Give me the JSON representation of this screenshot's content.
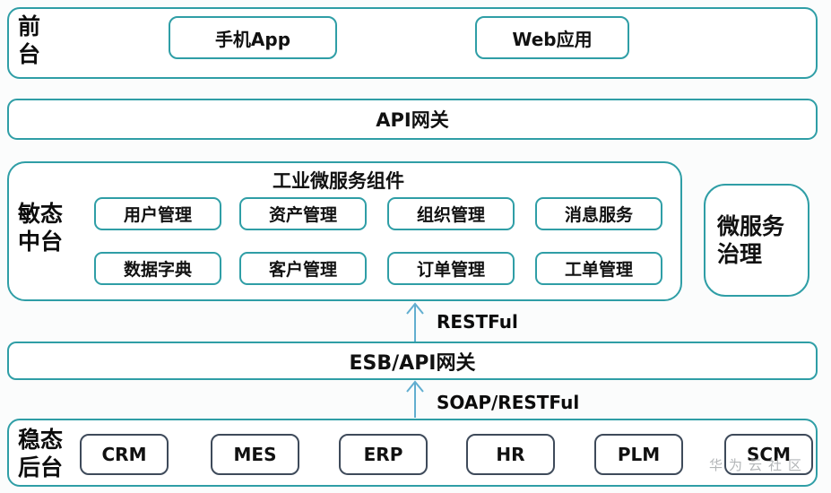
{
  "palette": {
    "teal": "#2f9ea6",
    "arrow_blue": "#62aed0",
    "dark": "#3e4a5a",
    "watermark": "#b3b6b8"
  },
  "front_stage": {
    "label": "前台",
    "apps": [
      "手机App",
      "Web应用"
    ]
  },
  "api_gateway": {
    "label": "API网关"
  },
  "middle": {
    "label": "敏态中台",
    "title": "工业微服务组件",
    "services_row1": [
      "用户管理",
      "资产管理",
      "组织管理",
      "消息服务"
    ],
    "services_row2": [
      "数据字典",
      "客户管理",
      "订单管理",
      "工单管理"
    ]
  },
  "governance": {
    "label": "微服务治理"
  },
  "arrows": {
    "restful": "RESTFul",
    "soap_restful": "SOAP/RESTFul"
  },
  "esb": {
    "label": "ESB/API网关"
  },
  "backend": {
    "label": "稳态后台",
    "systems": [
      "CRM",
      "MES",
      "ERP",
      "HR",
      "PLM",
      "SCM"
    ]
  },
  "watermark": "华为云社区"
}
